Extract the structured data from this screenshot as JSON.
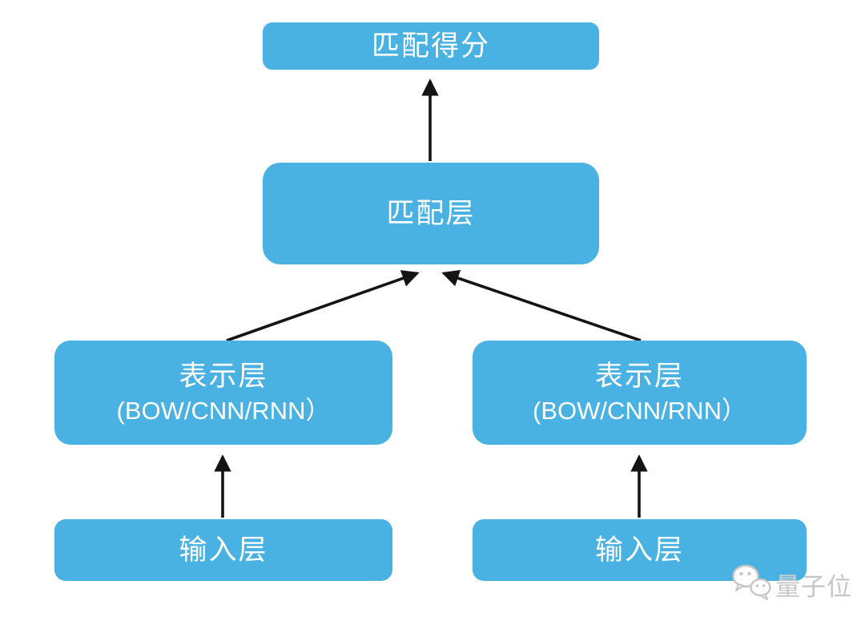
{
  "diagram": {
    "title_hint": "text-matching-model-architecture",
    "nodes": {
      "score": {
        "label": "匹配得分"
      },
      "match": {
        "label": "匹配层"
      },
      "rep_left": {
        "line1": "表示层",
        "line2": "(BOW/CNN/RNN）"
      },
      "rep_right": {
        "line1": "表示层",
        "line2": "(BOW/CNN/RNN）"
      },
      "input_left": {
        "label": "输入层"
      },
      "input_right": {
        "label": "输入层"
      }
    },
    "edges": [
      {
        "from": "match",
        "to": "score"
      },
      {
        "from": "rep_left",
        "to": "match"
      },
      {
        "from": "rep_right",
        "to": "match"
      },
      {
        "from": "input_left",
        "to": "rep_left"
      },
      {
        "from": "input_right",
        "to": "rep_right"
      }
    ],
    "colors": {
      "node_fill": "#4AB2E2",
      "node_text": "#FFFFFF",
      "arrow": "#141414",
      "background": "#FFFFFF",
      "watermark": "#C6C6C6"
    }
  },
  "watermark": {
    "icon": "wechat-icon",
    "brand": "量子位"
  }
}
